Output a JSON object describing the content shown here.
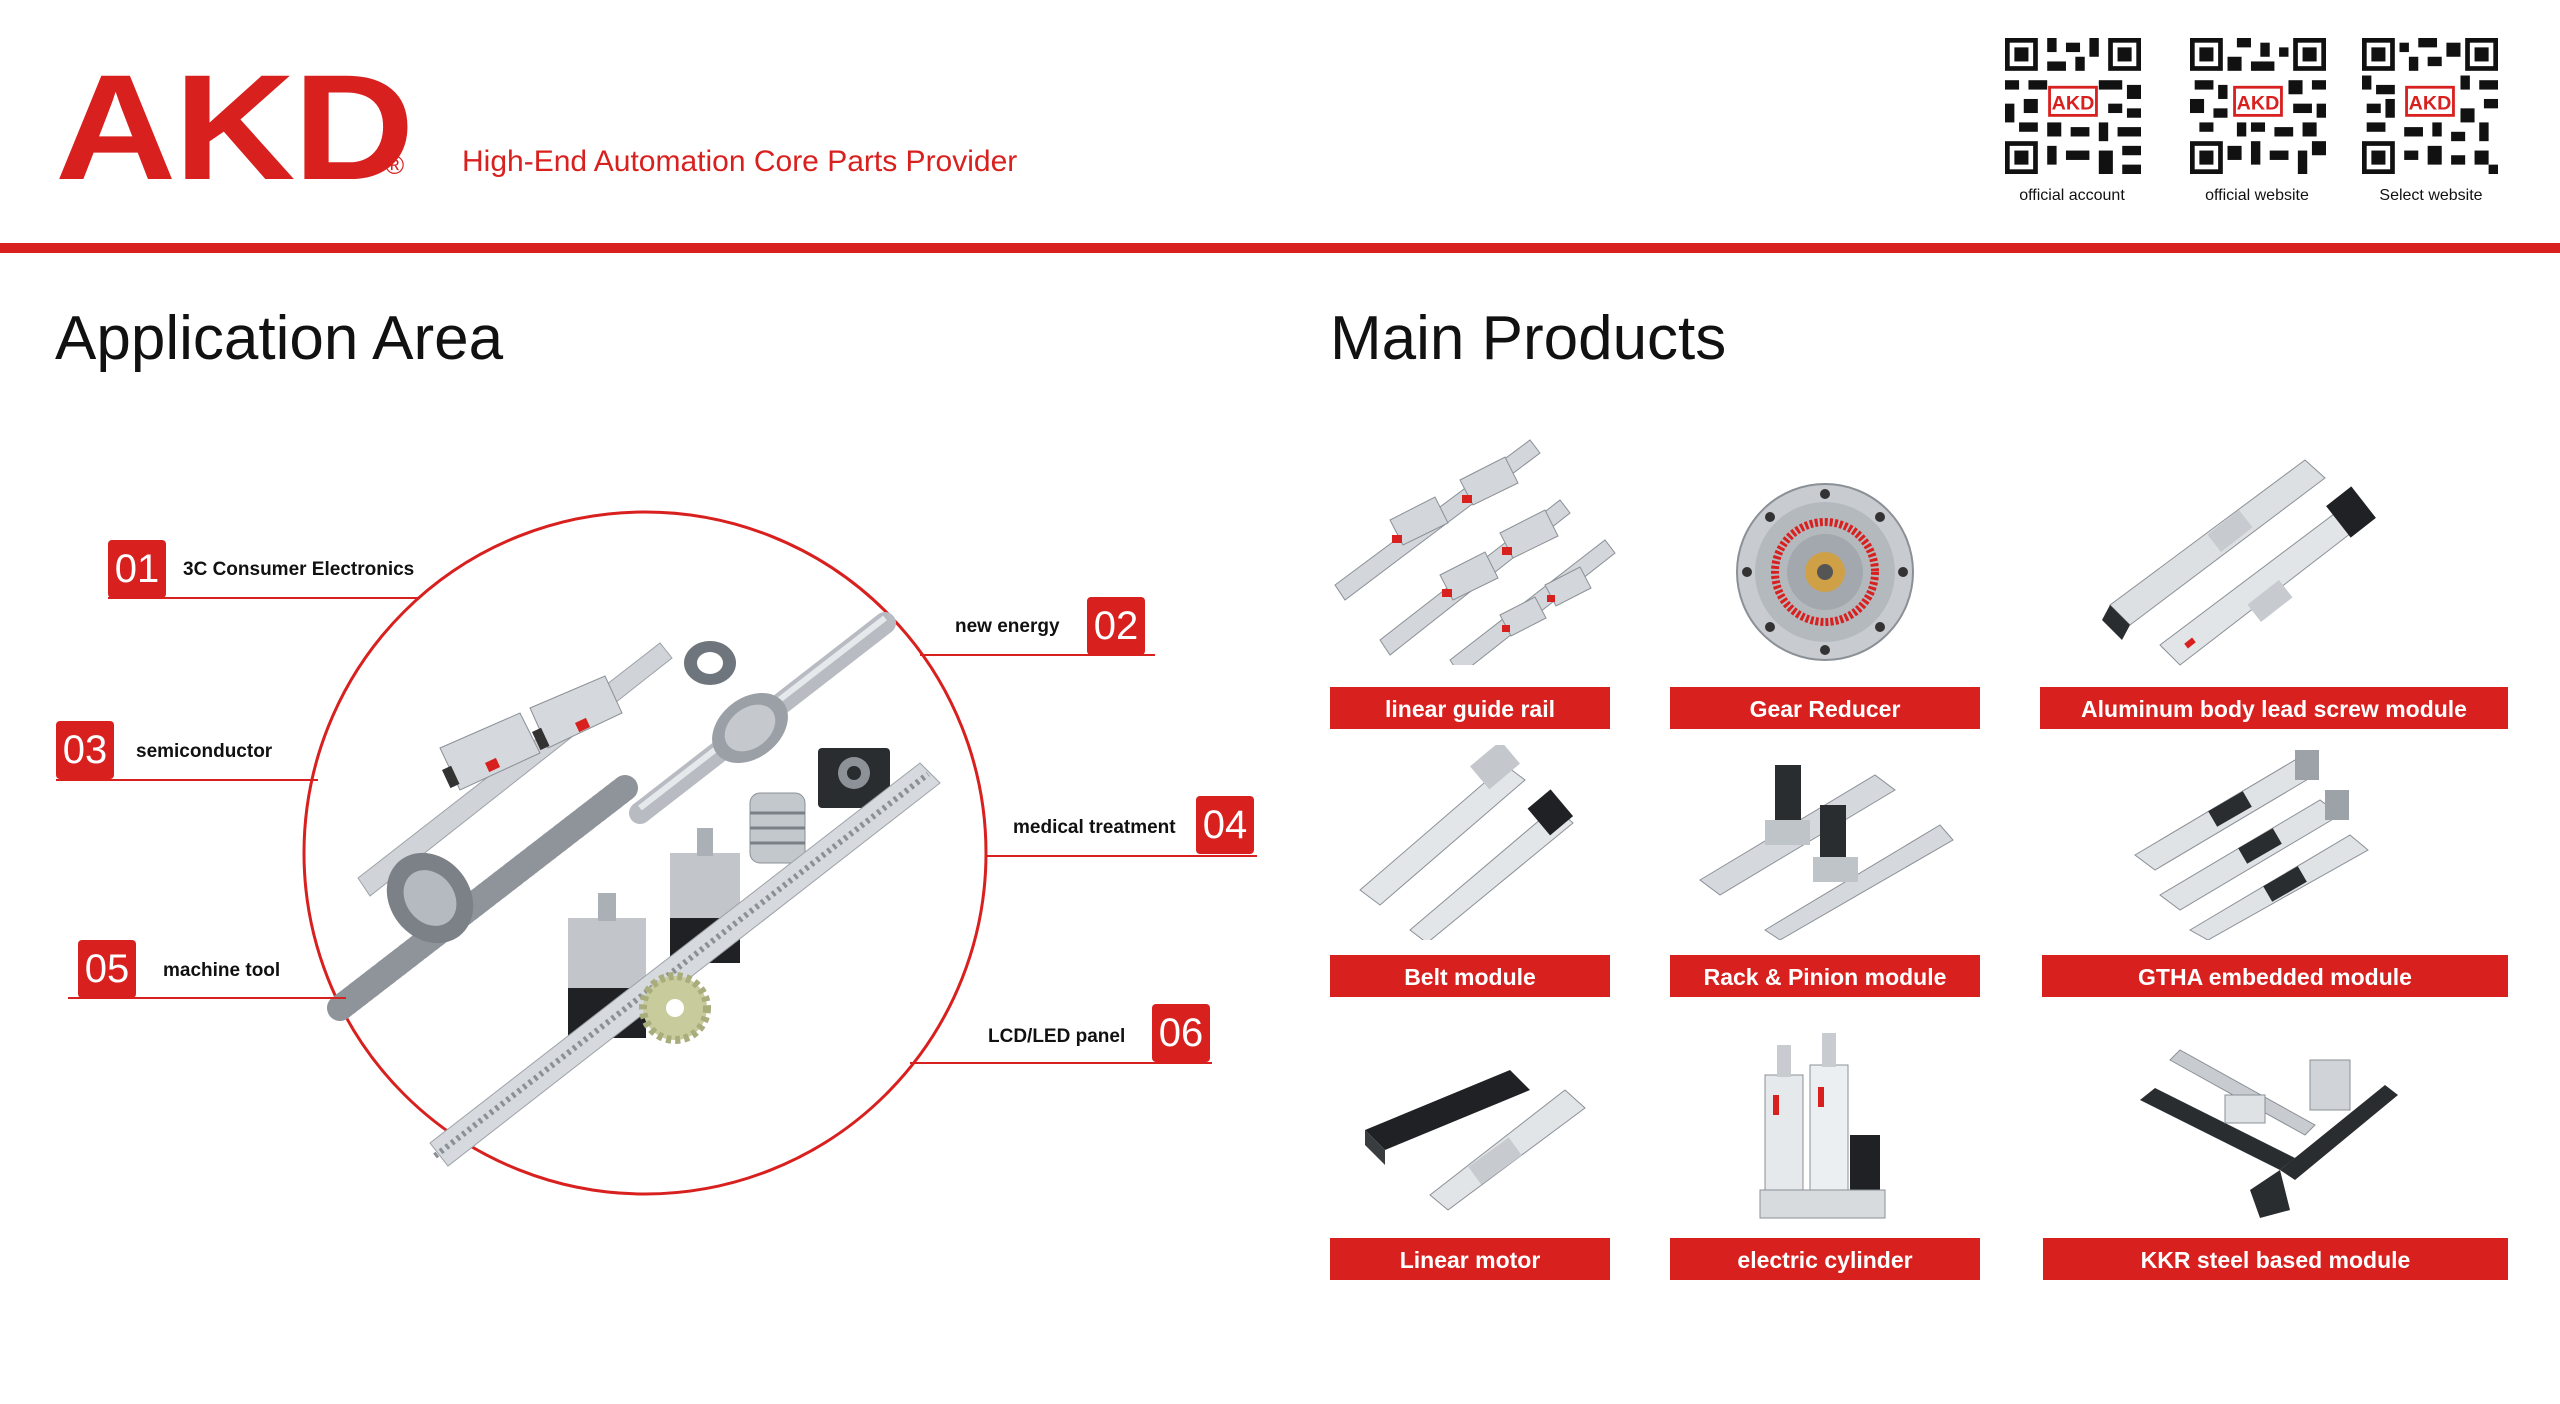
{
  "header": {
    "logo_text": "AKD",
    "registered_mark": "®",
    "tagline": "High-End Automation Core Parts Provider",
    "qr_codes": [
      {
        "label": "official account",
        "qr_badge": "AKD"
      },
      {
        "label": "official website",
        "qr_badge": "AKD"
      },
      {
        "label": "Select website",
        "qr_badge": "AKD"
      }
    ]
  },
  "application": {
    "title": "Application Area",
    "items": [
      {
        "number": "01",
        "label": "3C Consumer Electronics"
      },
      {
        "number": "02",
        "label": "new energy"
      },
      {
        "number": "03",
        "label": "semiconductor"
      },
      {
        "number": "04",
        "label": "medical treatment"
      },
      {
        "number": "05",
        "label": "machine tool"
      },
      {
        "number": "06",
        "label": "LCD/LED panel"
      }
    ]
  },
  "products": {
    "title": "Main Products",
    "items": [
      {
        "label": "linear guide rail",
        "icon": "linear-guide-rail-image"
      },
      {
        "label": "Gear Reducer",
        "icon": "gear-reducer-image"
      },
      {
        "label": "Aluminum body lead screw module",
        "icon": "lead-screw-module-image"
      },
      {
        "label": "Belt module",
        "icon": "belt-module-image"
      },
      {
        "label": "Rack & Pinion module",
        "icon": "rack-pinion-module-image"
      },
      {
        "label": "GTHA embedded module",
        "icon": "gtha-module-image"
      },
      {
        "label": "Linear motor",
        "icon": "linear-motor-image"
      },
      {
        "label": "electric cylinder",
        "icon": "electric-cylinder-image"
      },
      {
        "label": "KKR steel based module",
        "icon": "kkr-module-image"
      }
    ]
  },
  "colors": {
    "brand_red": "#d8201f",
    "text_dark": "#111111",
    "metal": "#c9ced4"
  }
}
